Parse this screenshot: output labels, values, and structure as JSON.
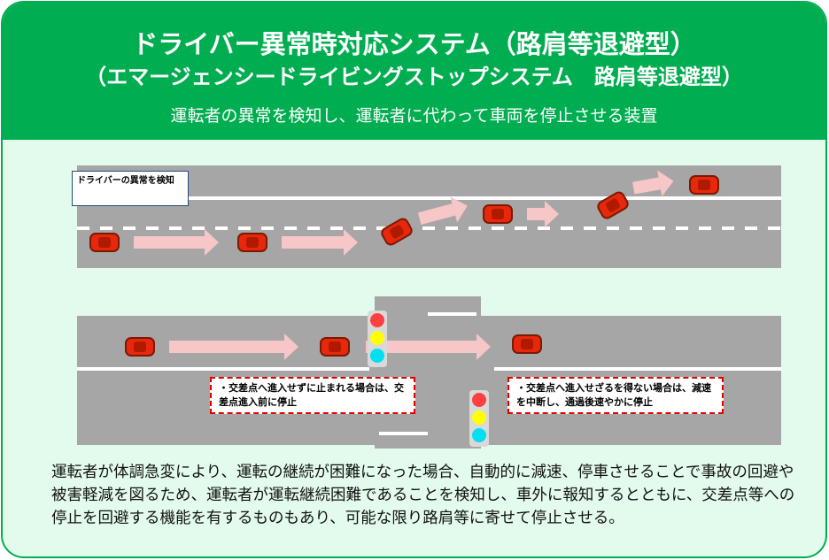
{
  "header": {
    "title": "ドライバー異常時対応システム（路肩等退避型）",
    "subtitle": "（エマージェンシードライビングストップシステム　路肩等退避型）",
    "tagline": "運転者の異常を検知し、運転者に代わって車両を停止させる装置"
  },
  "diagram": {
    "callout": "ドライバーの異常を検知",
    "note_left": "・交差点へ進入せずに止まれる場合は、交差点進入前に停止",
    "note_right": "・交差点へ進入せざるを得ない場合は、減速を中断し、通過後速やかに停止"
  },
  "description": "運転者が体調急変により、運転の継続が困難になった場合、自動的に減速、停車させることで事故の回避や被害軽減を図るため、運転者が運転継続困難であることを検知し、車外に報知するとともに、交差点等への停止を回避する機能を有するものもあり、可能な限り路肩等に寄せて停止させる。",
  "colors": {
    "brand": "#00ad50",
    "background": "#e3fbec",
    "car": "#e8280c"
  }
}
